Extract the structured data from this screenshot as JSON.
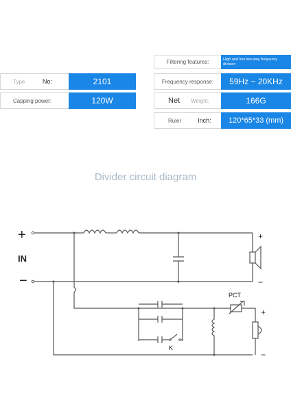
{
  "specs": {
    "filtering": {
      "label": "Filtering features:",
      "value": "High and low two-way frequency division"
    },
    "type": {
      "key": "Type",
      "label": "No:",
      "value": "2101"
    },
    "frequency": {
      "label": "Frequency response:",
      "value": "59Hz ~ 20KHz"
    },
    "power": {
      "label": "Capping power:",
      "value": "120W"
    },
    "net": {
      "label": "Net",
      "key": "Weight:",
      "value": "166G"
    },
    "ruler": {
      "key": "Ruler",
      "label": "Inch:",
      "value": "120*65*33 (mm)"
    }
  },
  "diagram": {
    "title": "Divider circuit diagram",
    "input_plus": "+",
    "input_minus": "−",
    "input_label": "IN",
    "woofer_plus": "+",
    "woofer_minus": "−",
    "tweeter_plus": "+",
    "tweeter_minus": "−",
    "pct_label": "PCT",
    "switch_label": "K"
  },
  "colors": {
    "accent": "#1a86e6",
    "title": "#aab8c8",
    "wire": "#555555"
  }
}
